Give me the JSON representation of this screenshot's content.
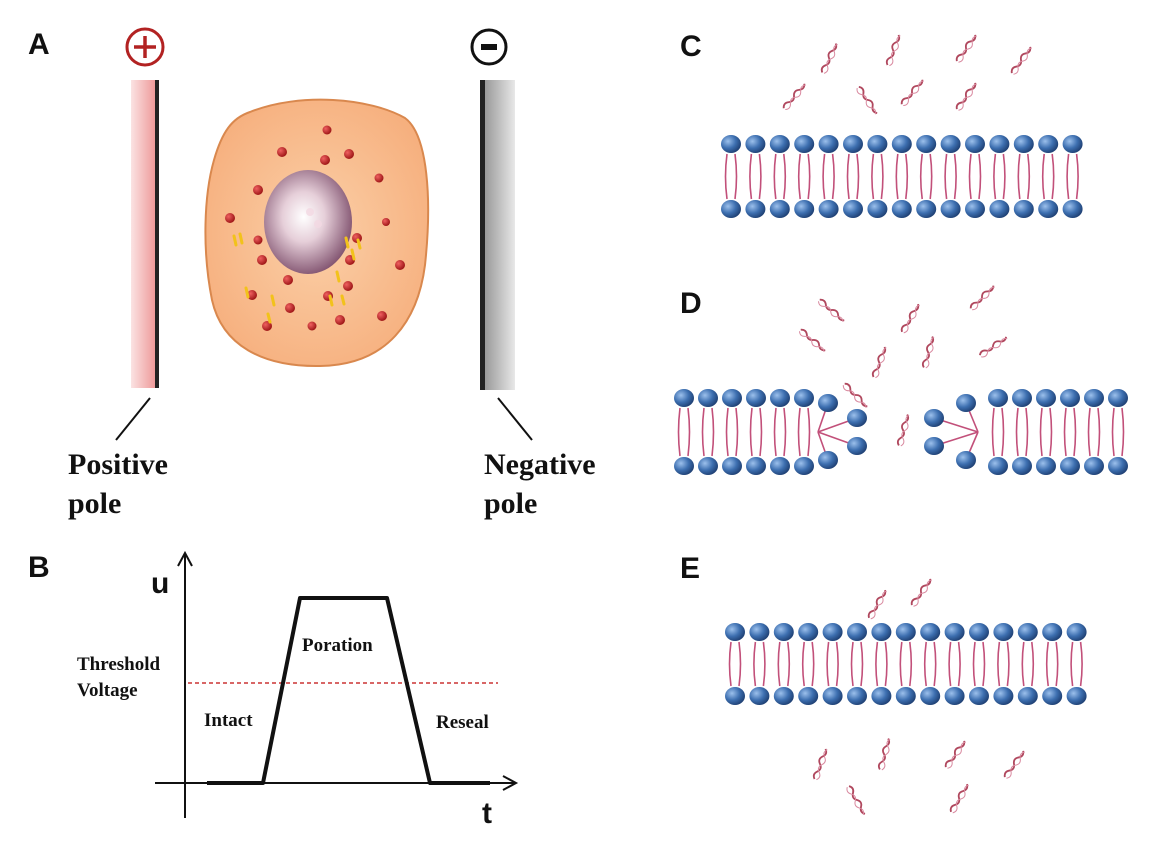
{
  "panels": {
    "a": {
      "letter": "A"
    },
    "b": {
      "letter": "B"
    },
    "c": {
      "letter": "C"
    },
    "d": {
      "letter": "D"
    },
    "e": {
      "letter": "E"
    }
  },
  "electrodes": {
    "positive_symbol": "+",
    "negative_symbol": "−",
    "positive_label_line1": "Positive",
    "positive_label_line2": "pole",
    "negative_label_line1": "Negative",
    "negative_label_line2": "pole",
    "positive_color": "#b22222",
    "negative_color": "#222222"
  },
  "graph": {
    "y_axis_label": "u",
    "x_axis_label": "t",
    "threshold_line1": "Threshold",
    "threshold_line2": "Voltage",
    "intact_label": "Intact",
    "poration_label": "Poration",
    "reseal_label": "Reseal",
    "threshold_color": "#cc3333"
  },
  "colors": {
    "head": "#2f5d9a",
    "tail": "#c2507a",
    "cell_fill": "#f8b888",
    "nucleus": "#7a4a68",
    "molecule": "#b0485e"
  }
}
